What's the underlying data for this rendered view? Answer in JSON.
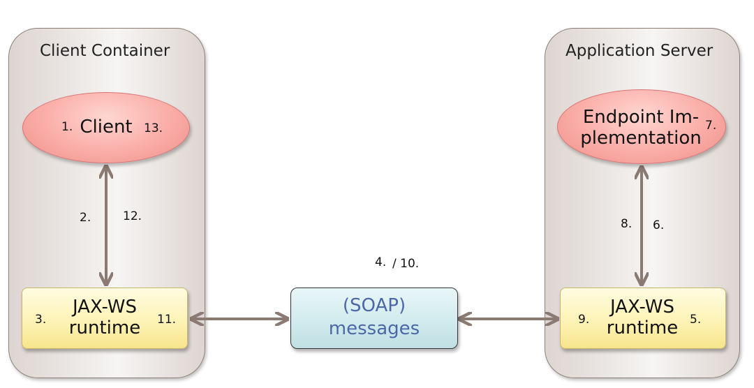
{
  "client_container": {
    "title": "Client Container",
    "client_label": "Client",
    "runtime_line1": "JAX-WS",
    "runtime_line2": "runtime"
  },
  "application_server": {
    "title": "Application Server",
    "endpoint_line1": "Endpoint Im-",
    "endpoint_line2": "plementation",
    "runtime_line1": "JAX-WS",
    "runtime_line2": "runtime"
  },
  "messages": {
    "line1": "(SOAP)",
    "line2": "messages"
  },
  "steps": {
    "s1": "1.",
    "s2": "2.",
    "s3": "3.",
    "s4": "4.",
    "s4_10": "/ 10.",
    "s5": "5.",
    "s6": "6.",
    "s7": "7.",
    "s8": "8.",
    "s9": "9.",
    "s11": "11.",
    "s12": "12.",
    "s13": "13."
  },
  "colors": {
    "arrow": "#8a7a72",
    "message_text": "#4a68a8",
    "ellipse_fill": "#fbb0aa",
    "runtime_fill": "#fdf3b6",
    "container_fill": "#ebe5e2"
  }
}
